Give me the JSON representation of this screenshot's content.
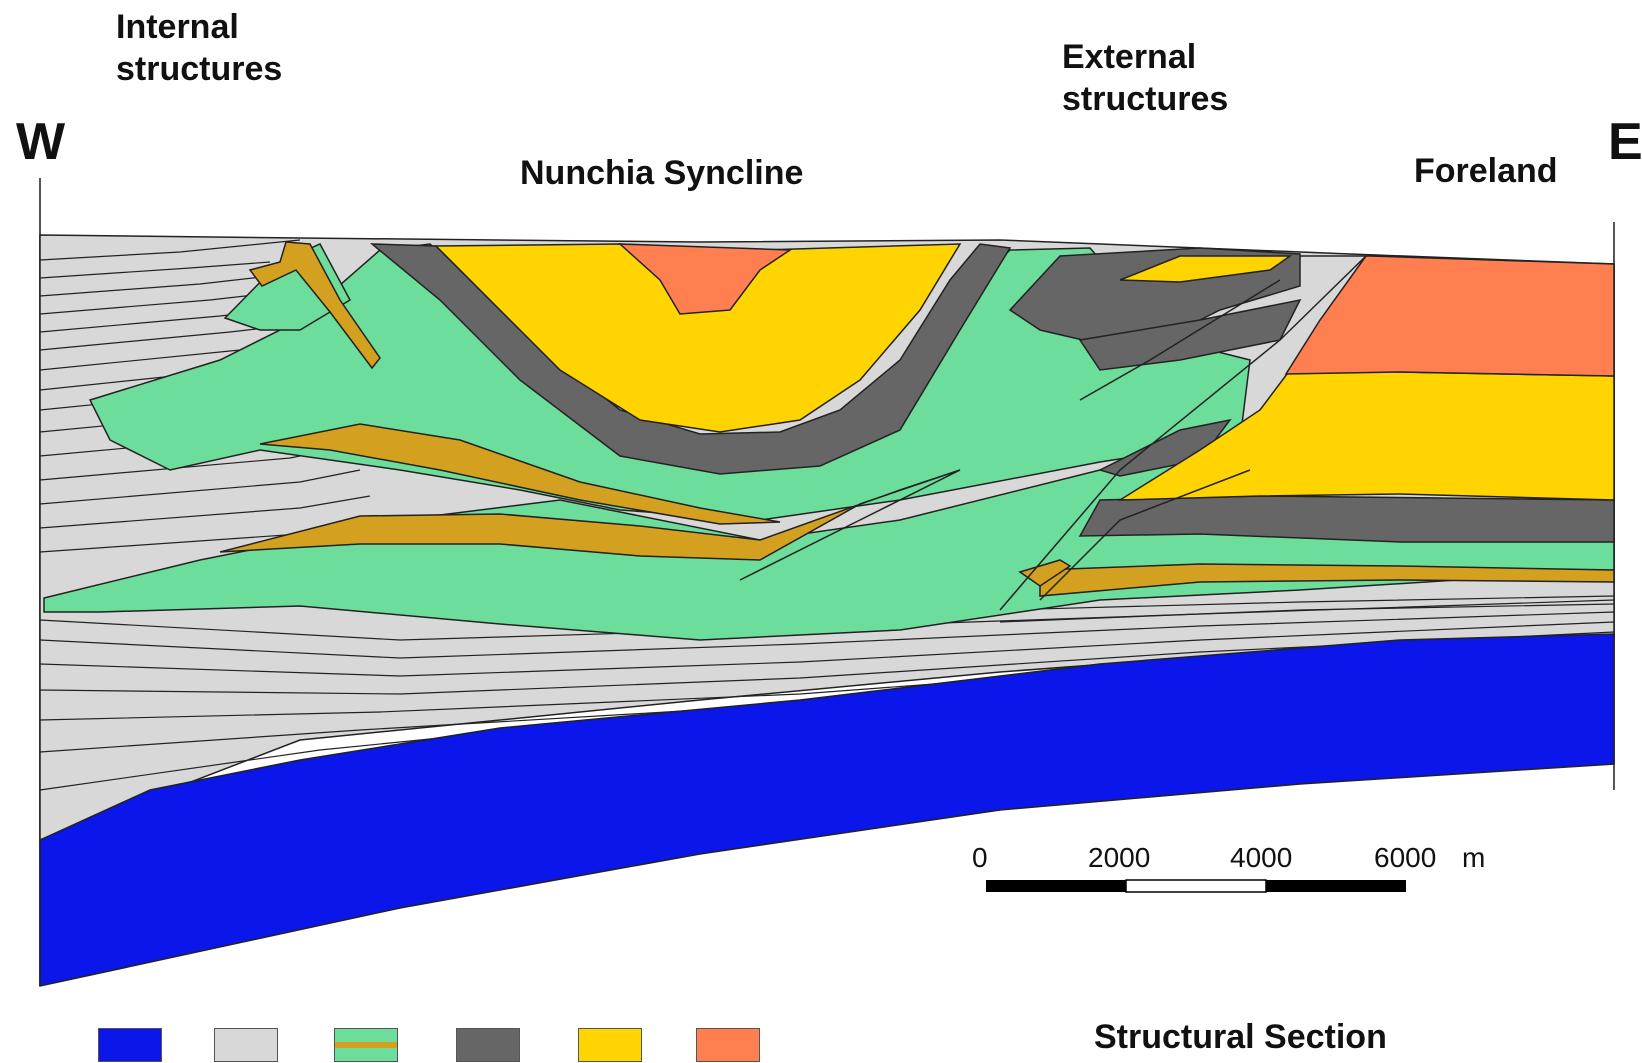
{
  "orientation": {
    "west": "W",
    "east": "E"
  },
  "labels": {
    "internal": "Internal\nstructures",
    "external": "External\nstructures",
    "syncline": "Nunchia Syncline",
    "foreland": "Foreland",
    "section_title": "Structural Section"
  },
  "scale_bar": {
    "ticks": [
      "0",
      "2000",
      "4000",
      "6000"
    ],
    "unit": "m"
  },
  "colors": {
    "basement": "#0b16ea",
    "grey_unit": "#d8d8d8",
    "green_unit": "#6ddd9b",
    "ochre_unit": "#d4a020",
    "dark_unit": "#666666",
    "yellow_unit": "#ffd400",
    "orange_unit": "#ff7f50"
  },
  "legend": [
    {
      "name": "blue-unit-swatch",
      "color": "#0b16ea"
    },
    {
      "name": "grey-unit-swatch",
      "color": "#d8d8d8"
    },
    {
      "name": "green-ochre-unit-swatch",
      "color": "#6ddd9b",
      "band": "#d4a020"
    },
    {
      "name": "dark-grey-unit-swatch",
      "color": "#666666"
    },
    {
      "name": "yellow-unit-swatch",
      "color": "#ffd400"
    },
    {
      "name": "orange-unit-swatch",
      "color": "#ff7f50"
    }
  ]
}
